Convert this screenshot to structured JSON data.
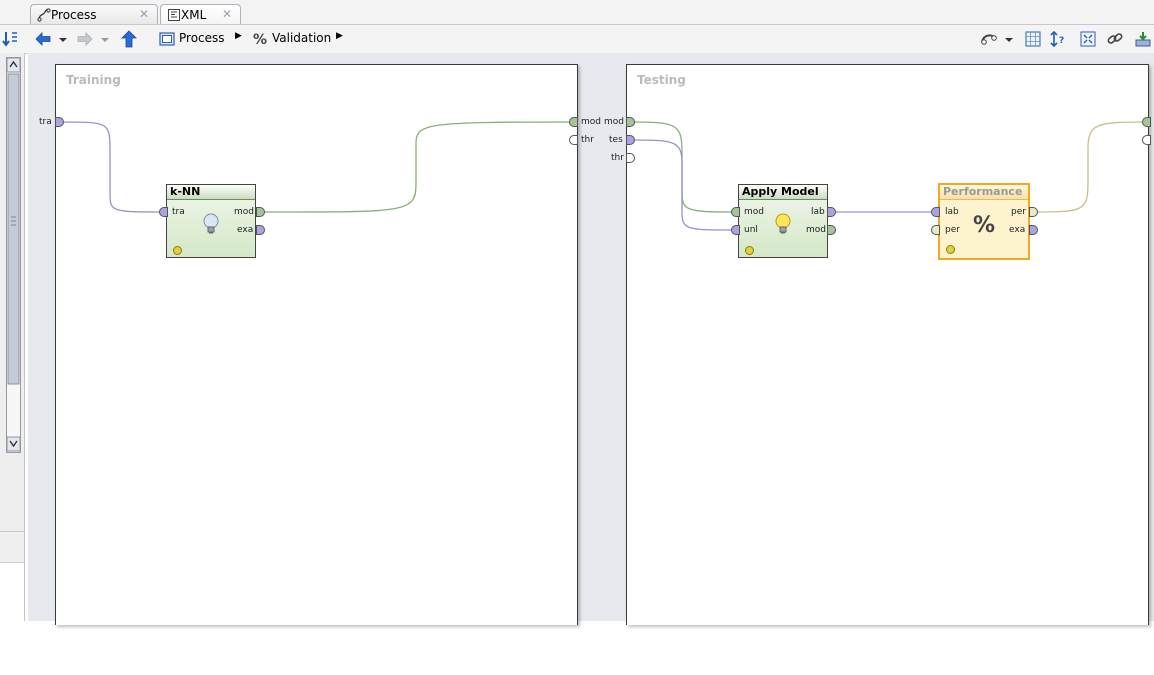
{
  "tabs": [
    {
      "label": "Process",
      "icon": "process-icon",
      "active": false
    },
    {
      "label": "XML",
      "icon": "xml-icon",
      "active": true
    }
  ],
  "toolbar": {
    "breadcrumb": [
      {
        "label": "Process",
        "icon": "process-icon"
      },
      {
        "label": "Validation",
        "icon": "validation-icon"
      }
    ]
  },
  "subprocesses": {
    "training": {
      "title": "Training",
      "inner_ports": {
        "left": [
          "tra"
        ],
        "right": [
          "mod",
          "thr"
        ]
      }
    },
    "testing": {
      "title": "Testing",
      "inner_ports": {
        "left": [
          "mod",
          "tes",
          "thr"
        ]
      }
    }
  },
  "operators": {
    "knn": {
      "title": "k-NN",
      "inputs": [
        "tra"
      ],
      "outputs": [
        "mod",
        "exa"
      ],
      "icon": "lightbulb-icon"
    },
    "apply_model": {
      "title": "Apply Model",
      "inputs": [
        "mod",
        "unl"
      ],
      "outputs": [
        "lab",
        "mod"
      ],
      "icon": "lightbulb-icon"
    },
    "performance": {
      "title": "Performance",
      "inputs": [
        "lab",
        "per"
      ],
      "outputs": [
        "per",
        "exa"
      ],
      "icon": "percent-icon"
    }
  },
  "colors": {
    "model_wire": "#88b07a",
    "data_wire": "#9a8fd0",
    "perf_wire": "#c8c08a",
    "operator_fill": "#d4e8c8",
    "performance_fill": "#fdf4cf",
    "performance_border": "#f0a922"
  }
}
